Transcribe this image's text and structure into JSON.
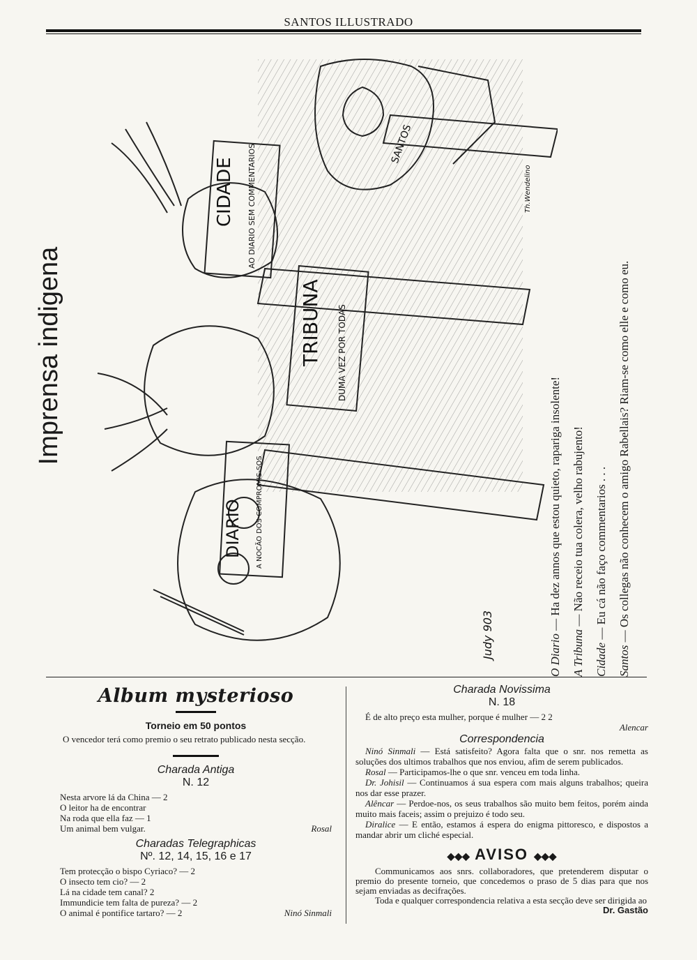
{
  "header": {
    "title": "SANTOS ILLUSTRADO"
  },
  "cartoon": {
    "headline": "Imprensa indigena",
    "signature": "Judy\n903",
    "artist_signature": "Th.Wendelino",
    "placards": {
      "diario": {
        "name": "DIARIO",
        "subtitle": "A NOCÃO DOS COMPROMIS-SOS"
      },
      "tribuna": {
        "name": "TRIBUNA",
        "subtitle": "DUMA VEZ POR TODAS"
      },
      "cidade": {
        "name": "CIDADE",
        "subtitle": "AO DIARIO SEM COMMENTARIOS"
      },
      "santos": {
        "name": "SANTOS"
      }
    },
    "captions": [
      {
        "speaker": "O Diario",
        "text": "Ha dez annos que estou quieto, rapariga insolente!"
      },
      {
        "speaker": "A Tribuna",
        "text": "Não receio tua colera, velho rabujento!"
      },
      {
        "speaker": "Cidade",
        "text": "Eu cá não faço commentarios . . ."
      },
      {
        "speaker": "Santos",
        "text": "Os collegas não conhecem o amigo Rabellais? Riam-se como elle e como eu."
      }
    ]
  },
  "album": {
    "title": "Album mysterioso",
    "subtitle": "Torneio em 50 pontos",
    "intro": "O vencedor terá como premio o seu retrato publicado nesta secção."
  },
  "charada_antiga": {
    "title": "Charada Antiga",
    "number": "N. 12",
    "lines": [
      "Nesta arvore lá da China — 2",
      "O leitor ha de encontrar",
      "Na roda que ella faz — 1",
      "Um animal bem vulgar."
    ],
    "author": "Rosal"
  },
  "charadas_telegraphicas": {
    "title": "Charadas Telegraphicas",
    "number": "Nº. 12, 14, 15, 16 e 17",
    "lines": [
      "Tem protecção o bispo Cyriaco? — 2",
      "O insecto tem cio? — 2",
      "Lá na cidade tem canal? 2",
      "Immundicie tem falta de pureza? — 2",
      "O animal é pontifice tartaro? — 2"
    ],
    "author": "Ninó Sinmali"
  },
  "charada_novissima": {
    "title": "Charada Novissima",
    "number": "N. 18",
    "text": "É de alto preço esta mulher, porque é mulher — 2 2",
    "author": "Alencar"
  },
  "correspondencia": {
    "title": "Correspondencia",
    "entries": [
      {
        "name": "Ninó Sinmali",
        "text": " — Está satisfeito? Agora falta que o snr. nos remetta as soluções dos ultimos trabalhos que nos enviou, afim de serem publicados."
      },
      {
        "name": "Rosal",
        "text": " — Participamos-lhe o que snr. venceu em toda linha."
      },
      {
        "name": "Dr. Johisil",
        "text": " — Continuamos á sua espera com mais alguns trabalhos; queira nos dar esse prazer."
      },
      {
        "name": "Alêncar",
        "text": " — Perdoe-nos, os seus trabalhos são muito bem feitos, porém ainda muito mais faceis; assim o prejuizo é todo seu."
      },
      {
        "name": "Diralice",
        "text": " — E então, estamos á espera do enigma pittoresco, e dispostos a mandar abrir um cliché especial."
      }
    ]
  },
  "aviso": {
    "title": "AVISO",
    "paragraphs": [
      "Communicamos aos snrs. collaboradores, que pretenderem disputar o premio do presente torneio, que concedemos o praso de 5 dias para que nos sejam enviadas as decifrações.",
      "Toda e qualquer correspondencia relativa a esta secção deve ser dirigida ao"
    ],
    "signature": "Dr. Gastão"
  }
}
